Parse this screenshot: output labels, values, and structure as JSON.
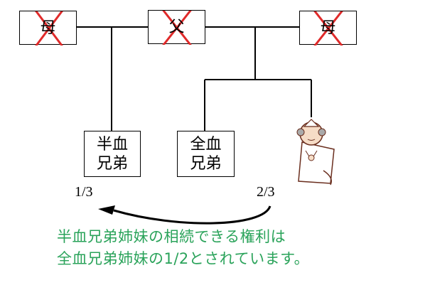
{
  "nodes": {
    "mother_left": "母",
    "father": "父",
    "mother_right": "母",
    "half_sibling": [
      "半血",
      "兄弟"
    ],
    "full_sibling": [
      "全血",
      "兄弟"
    ]
  },
  "shares": {
    "half": "1/3",
    "full": "2/3"
  },
  "note": [
    "半血兄弟姉妹の相続できる権利は",
    "全血兄弟姉妹の1/2とされています。"
  ],
  "colors": {
    "cross": "#e02a2a",
    "note": "#2aa35a"
  }
}
